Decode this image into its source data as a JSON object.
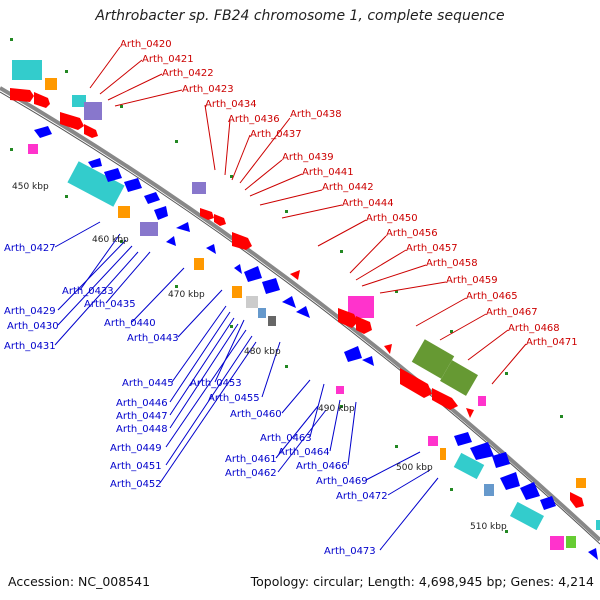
{
  "title": "Arthrobacter sp. FB24 chromosome 1, complete sequence",
  "footer": {
    "accession": "Accession: NC_008541",
    "info": "Topology: circular; Length: 4,698,945 bp; Genes: 4,214"
  },
  "colors": {
    "backbone": "#888888",
    "forward_gene": "#ff0000",
    "reverse_gene": "#0000ff",
    "forward_label": "#cc0000",
    "reverse_label": "#0000cc",
    "rna_teal": "#33cccc",
    "rna_orange": "#ff9900",
    "rna_pink": "#ff33cc",
    "rna_purple": "#8877cc",
    "rna_olive": "#669933",
    "tick": "#228822"
  },
  "kbp_labels": [
    "450 kbp",
    "460 kbp",
    "470 kbp",
    "480 kbp",
    "490 kbp",
    "500 kbp",
    "510 kbp"
  ],
  "forward_labels": [
    "Arth_0420",
    "Arth_0421",
    "Arth_0422",
    "Arth_0423",
    "Arth_0434",
    "Arth_0436",
    "Arth_0437",
    "Arth_0438",
    "Arth_0439",
    "Arth_0441",
    "Arth_0442",
    "Arth_0444",
    "Arth_0450",
    "Arth_0456",
    "Arth_0457",
    "Arth_0458",
    "Arth_0459",
    "Arth_0465",
    "Arth_0467",
    "Arth_0468",
    "Arth_0471"
  ],
  "reverse_labels": [
    "Arth_0427",
    "Arth_0433",
    "Arth_0429",
    "Arth_0435",
    "Arth_0430",
    "Arth_0431",
    "Arth_0440",
    "Arth_0443",
    "Arth_0445",
    "Arth_0453",
    "Arth_0446",
    "Arth_0447",
    "Arth_0455",
    "Arth_0448",
    "Arth_0460",
    "Arth_0463",
    "Arth_0449",
    "Arth_0464",
    "Arth_0461",
    "Arth_0451",
    "Arth_0462",
    "Arth_0466",
    "Arth_0469",
    "Arth_0452",
    "Arth_0472",
    "Arth_0473"
  ]
}
